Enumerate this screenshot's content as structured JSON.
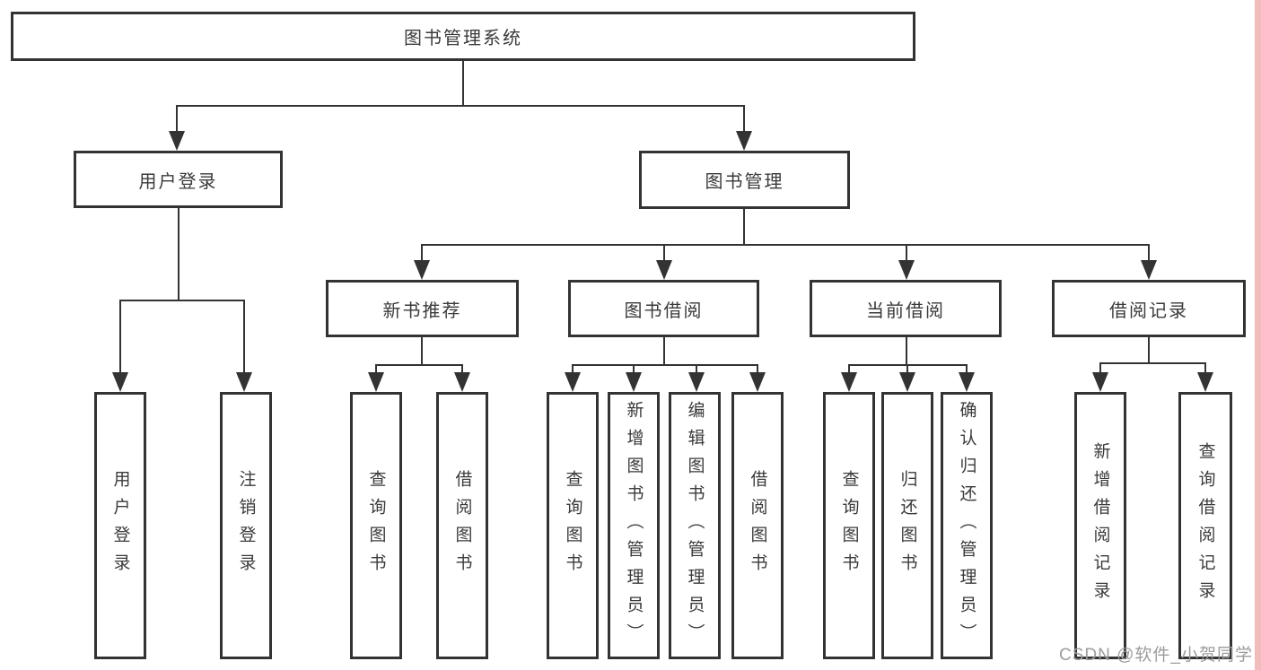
{
  "colors": {
    "line": "#333333",
    "text": "#3a3a3a",
    "box_background": "#ffffff",
    "watermark": "#9c9c9c",
    "edge_strip": "#f0bcbc",
    "page_background": "#ffffff"
  },
  "watermark": {
    "text": "CSDN @软件_小贺同学"
  },
  "diagram": {
    "root": {
      "label": "图书管理系统"
    },
    "level2": [
      {
        "label": "用户登录"
      },
      {
        "label": "图书管理"
      }
    ],
    "level3": [
      {
        "label": "新书推荐"
      },
      {
        "label": "图书借阅"
      },
      {
        "label": "当前借阅"
      },
      {
        "label": "借阅记录"
      }
    ],
    "leaves": {
      "user_login": [
        {
          "label": "用户登录"
        },
        {
          "label": "注销登录"
        }
      ],
      "new_book": [
        {
          "label": "查询图书"
        },
        {
          "label": "借阅图书"
        }
      ],
      "book_borrow": [
        {
          "label": "查询图书"
        },
        {
          "label": "新增图书（管理员）"
        },
        {
          "label": "编辑图书（管理员）"
        },
        {
          "label": "借阅图书"
        }
      ],
      "current_borrow": [
        {
          "label": "查询图书"
        },
        {
          "label": "归还图书"
        },
        {
          "label": "确认归还（管理员）"
        }
      ],
      "records": [
        {
          "label": "新增借阅记录"
        },
        {
          "label": "查询借阅记录"
        }
      ]
    }
  }
}
